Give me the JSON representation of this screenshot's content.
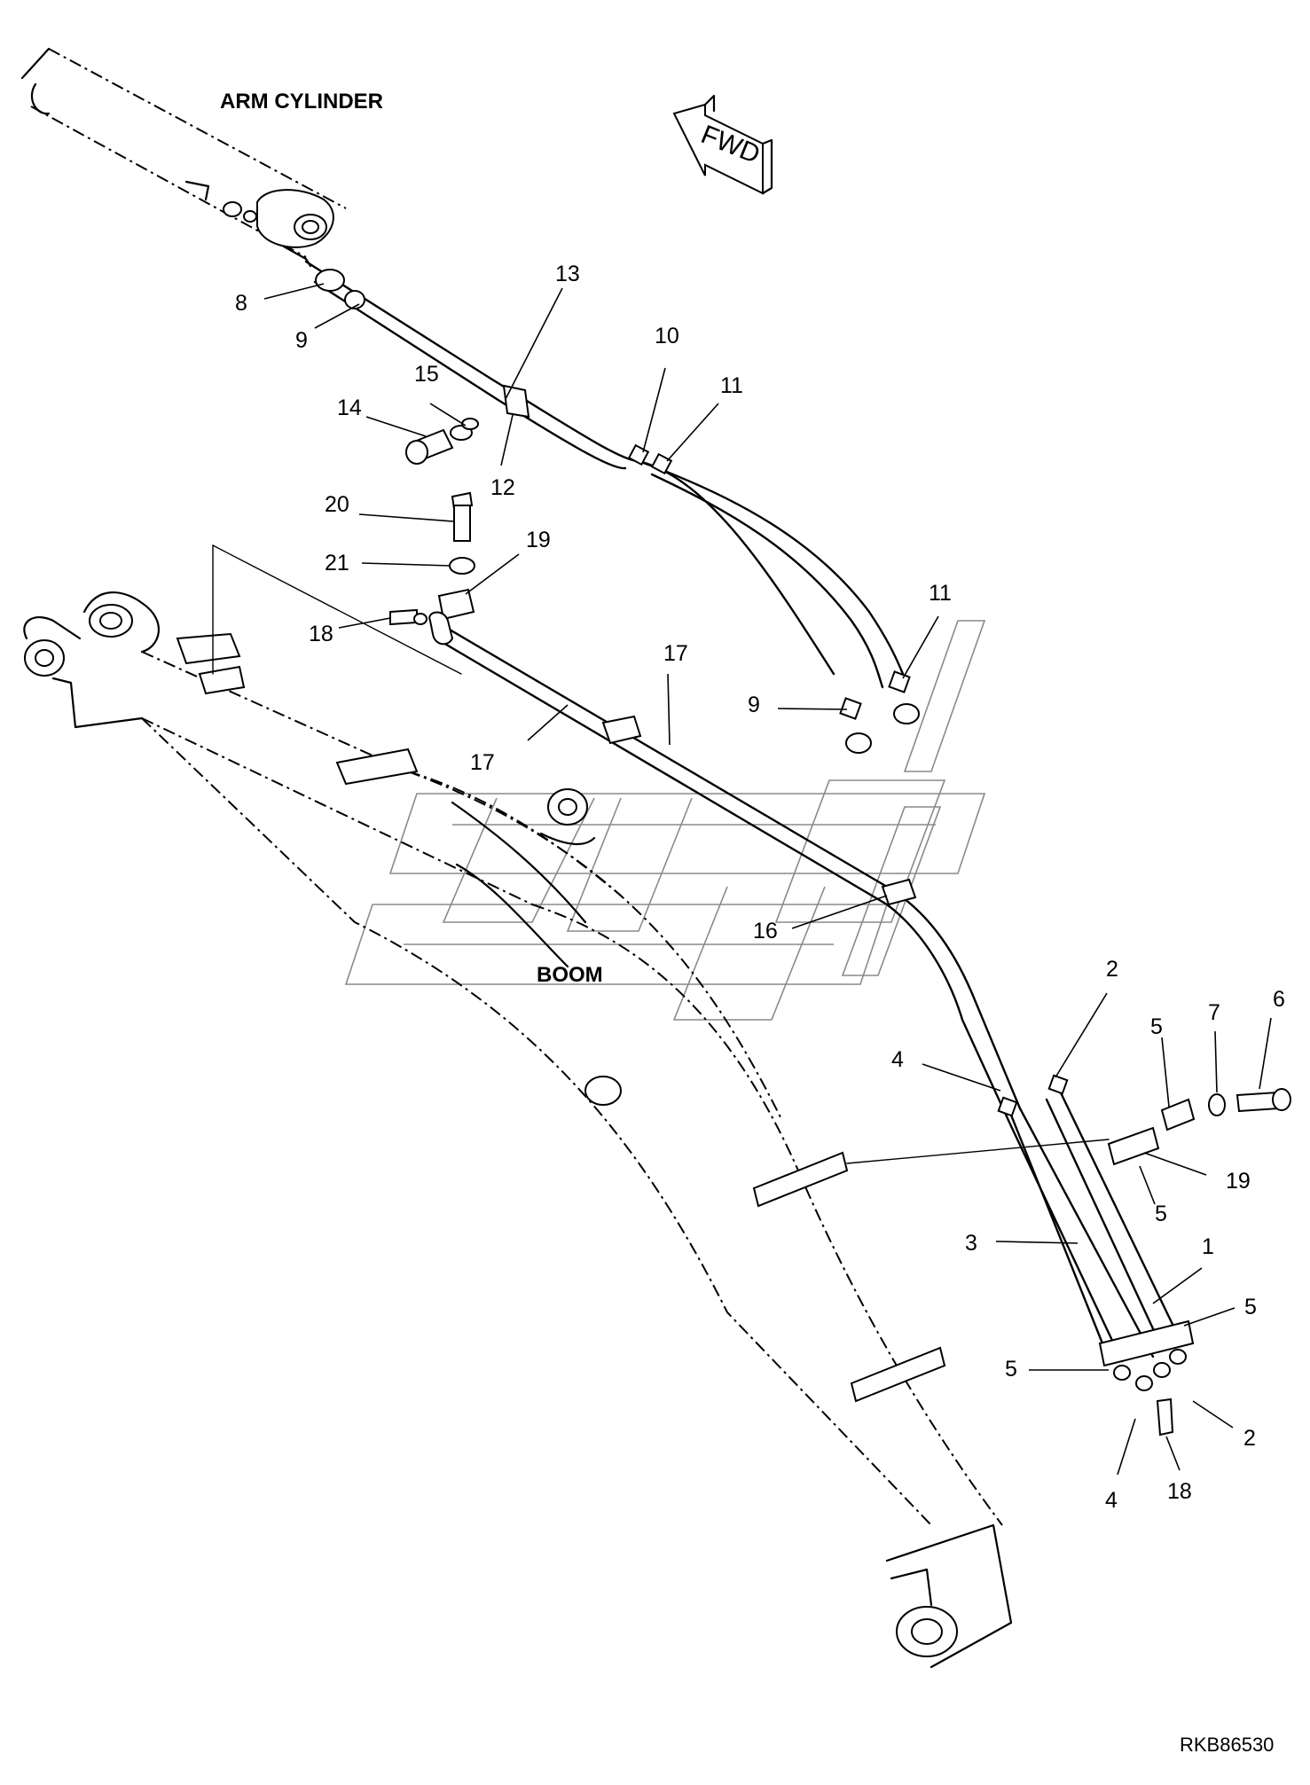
{
  "labels": {
    "arm_cylinder": "ARM CYLINDER",
    "boom": "BOOM",
    "fwd": "FWD",
    "drawing_code": "RKB86530"
  },
  "callouts": [
    {
      "id": "c8a",
      "text": "8"
    },
    {
      "id": "c9a",
      "text": "9"
    },
    {
      "id": "c13",
      "text": "13"
    },
    {
      "id": "c10",
      "text": "10"
    },
    {
      "id": "c11a",
      "text": "11"
    },
    {
      "id": "c15",
      "text": "15"
    },
    {
      "id": "c14",
      "text": "14"
    },
    {
      "id": "c12",
      "text": "12"
    },
    {
      "id": "c20",
      "text": "20"
    },
    {
      "id": "c21",
      "text": "21"
    },
    {
      "id": "c19a",
      "text": "19"
    },
    {
      "id": "c18a",
      "text": "18"
    },
    {
      "id": "c17a",
      "text": "17"
    },
    {
      "id": "c17b",
      "text": "17"
    },
    {
      "id": "c11b",
      "text": "11"
    },
    {
      "id": "c9b",
      "text": "9"
    },
    {
      "id": "c16",
      "text": "16"
    },
    {
      "id": "c2a",
      "text": "2"
    },
    {
      "id": "c4a",
      "text": "4"
    },
    {
      "id": "c5a",
      "text": "5"
    },
    {
      "id": "c7",
      "text": "7"
    },
    {
      "id": "c6",
      "text": "6"
    },
    {
      "id": "c19b",
      "text": "19"
    },
    {
      "id": "c5b",
      "text": "5"
    },
    {
      "id": "c3",
      "text": "3"
    },
    {
      "id": "c1",
      "text": "1"
    },
    {
      "id": "c5c",
      "text": "5"
    },
    {
      "id": "c5d",
      "text": "5"
    },
    {
      "id": "c2b",
      "text": "2"
    },
    {
      "id": "c4b",
      "text": "4"
    },
    {
      "id": "c18b",
      "text": "18"
    }
  ]
}
